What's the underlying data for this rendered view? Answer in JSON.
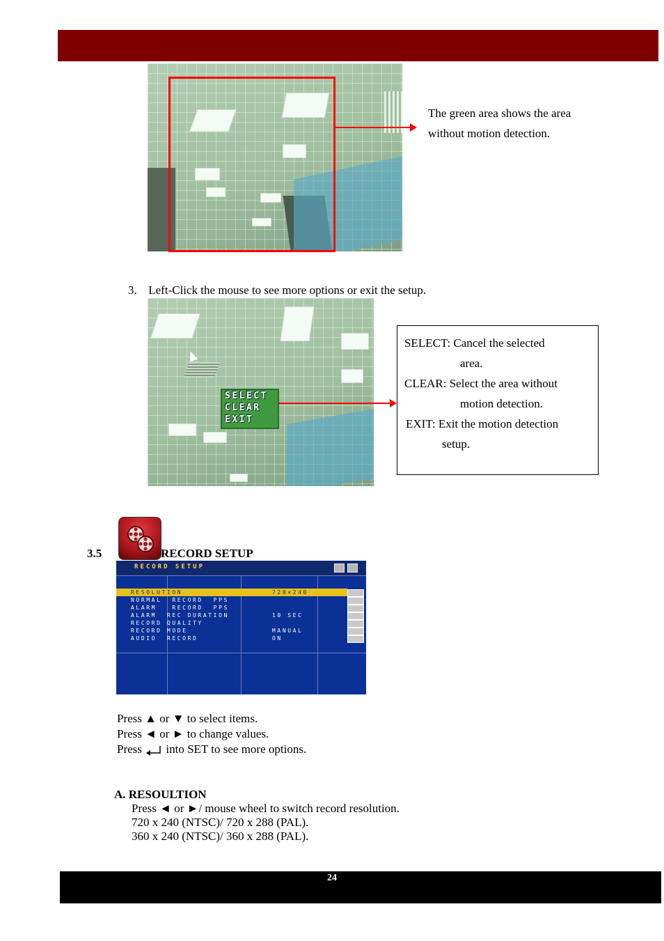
{
  "page_number": "24",
  "figure1": {
    "caption_line1": "The green area shows the area",
    "caption_line2": "without motion detection."
  },
  "step3": {
    "number": "3.",
    "text": "Left-Click the mouse to see more options or exit the setup."
  },
  "osd_menu": {
    "items": [
      "SELECT",
      "CLEAR",
      "EXIT"
    ]
  },
  "options_box": {
    "line1": "SELECT: Cancel the selected",
    "line2": "area.",
    "line3": "CLEAR: Select the area without",
    "line4": "motion detection.",
    "line5": "EXIT: Exit the motion detection",
    "line6": "setup."
  },
  "section": {
    "number": "3.5",
    "title": "RECORD SETUP",
    "icon": "record-reel-icon"
  },
  "dvr_screen": {
    "title": "RECORD SETUP",
    "rows": [
      {
        "label": "RESOLUTION",
        "value": "720×240"
      },
      {
        "label": "NORMAL  RECORD  PPS",
        "value": ""
      },
      {
        "label": "ALARM   RECORD  PPS",
        "value": ""
      },
      {
        "label": "ALARM  REC DURATION",
        "value": "10 SEC"
      },
      {
        "label": "RECORD QUALITY",
        "value": ""
      },
      {
        "label": "RECORD MODE",
        "value": "MANUAL"
      },
      {
        "label": "AUDIO  RECORD",
        "value": "ON"
      }
    ]
  },
  "instructions": {
    "line1": "Press ▲ or ▼ to select items.",
    "line2": "Press ◄ or ► to change values.",
    "line3_a": "Press",
    "line3_b": "into SET to see more options."
  },
  "subsection_a": {
    "title": "A. RESOULTION",
    "line1": "Press ◄ or ►/ mouse wheel to switch record resolution.",
    "line2": "720 x 240 (NTSC)/ 720 x 288 (PAL).",
    "line3": "360 x 240 (NTSC)/ 360 x 288 (PAL)."
  }
}
